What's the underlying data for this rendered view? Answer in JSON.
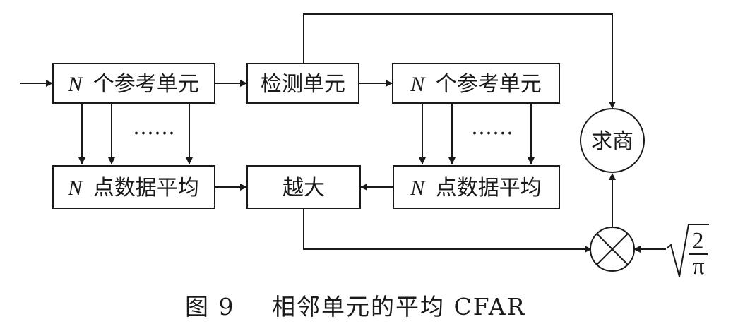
{
  "diagram": {
    "n_var": "N",
    "ref_cells_left": "个参考单元",
    "ref_cells_right": "个参考单元",
    "detect_cell": "检测单元",
    "avg_left": "点数据平均",
    "avg_right": "点数据平均",
    "greatest_of": "越大",
    "quotient": "求商",
    "ellipsis": "……",
    "sqrt_numerator": "2",
    "sqrt_denominator": "π"
  },
  "caption": {
    "number": "图 9",
    "title": "相邻单元的平均 CFAR"
  }
}
